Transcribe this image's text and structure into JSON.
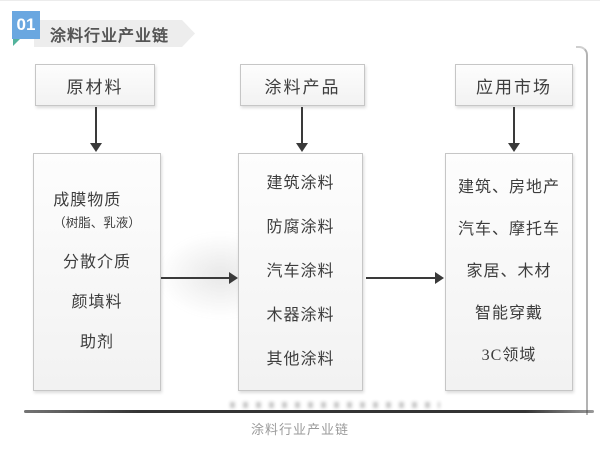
{
  "header": {
    "badge_number": "01",
    "title": "涂料行业产业链"
  },
  "columns": [
    {
      "name": "raw-materials",
      "header": "原材料",
      "items": [
        {
          "text": "成膜物质",
          "sub": "（树脂、乳液）"
        },
        {
          "text": "分散介质"
        },
        {
          "text": "颜填料"
        },
        {
          "text": "助剂"
        }
      ]
    },
    {
      "name": "coating-products",
      "header": "涂料产品",
      "items": [
        {
          "text": "建筑涂料"
        },
        {
          "text": "防腐涂料"
        },
        {
          "text": "汽车涂料"
        },
        {
          "text": "木器涂料"
        },
        {
          "text": "其他涂料"
        }
      ]
    },
    {
      "name": "application-market",
      "header": "应用市场",
      "items": [
        {
          "text": "建筑、房地产"
        },
        {
          "text": "汽车、摩托车"
        },
        {
          "text": "家居、木材"
        },
        {
          "text": "智能穿戴"
        },
        {
          "text": "3C领域"
        }
      ]
    }
  ],
  "caption": "涂料行业产业链",
  "colors": {
    "badge_blue": "#6aa7e0",
    "badge_fold_teal": "#53b39c",
    "ribbon_gray": "#ededed",
    "box_border": "#c6c6c6",
    "arrow": "#3a3a3a",
    "caption_gray": "#9a9a9a"
  }
}
